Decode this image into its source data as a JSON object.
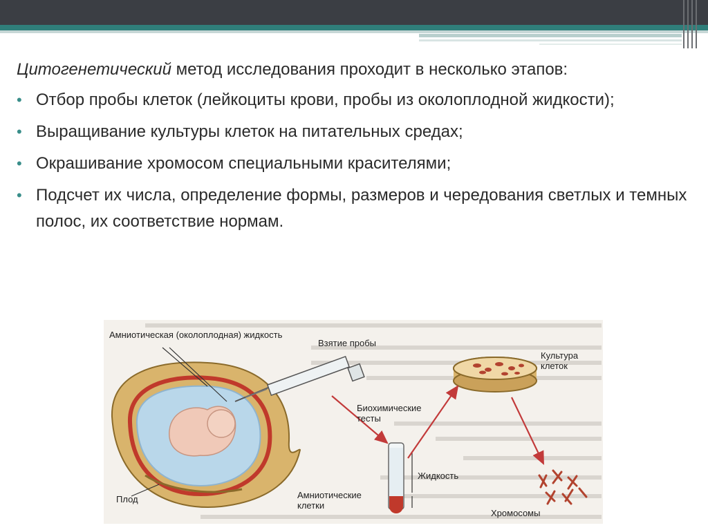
{
  "intro": {
    "italic_part": "Цитогенетический",
    "rest": " метод исследования проходит в несколько этапов:"
  },
  "stages": [
    "Отбор пробы клеток (лейкоциты крови, пробы из околоплодной жидкости);",
    "Выращивание культуры клеток на питательных средах;",
    "Окрашивание хромосом специальными красителями;",
    "Подсчет их числа, определение формы, размеров и чередования светлых и темных полос, их соответствие нормам."
  ],
  "figure": {
    "amniotic_fluid": "Амниотическая (околоплодная) жидкость",
    "sampling": "Взятие пробы",
    "culture": "Культура клеток",
    "biochem": "Биохимические тесты",
    "liquid": "Жидкость",
    "amniotic_cells": "Амниотические клетки",
    "fetus": "Плод",
    "chromosomes": "Хромосомы"
  },
  "colors": {
    "header": "#3b3e44",
    "accent": "#2f7e7a",
    "bullet": "#3a8e8a",
    "arrow": "#c23a3a"
  }
}
